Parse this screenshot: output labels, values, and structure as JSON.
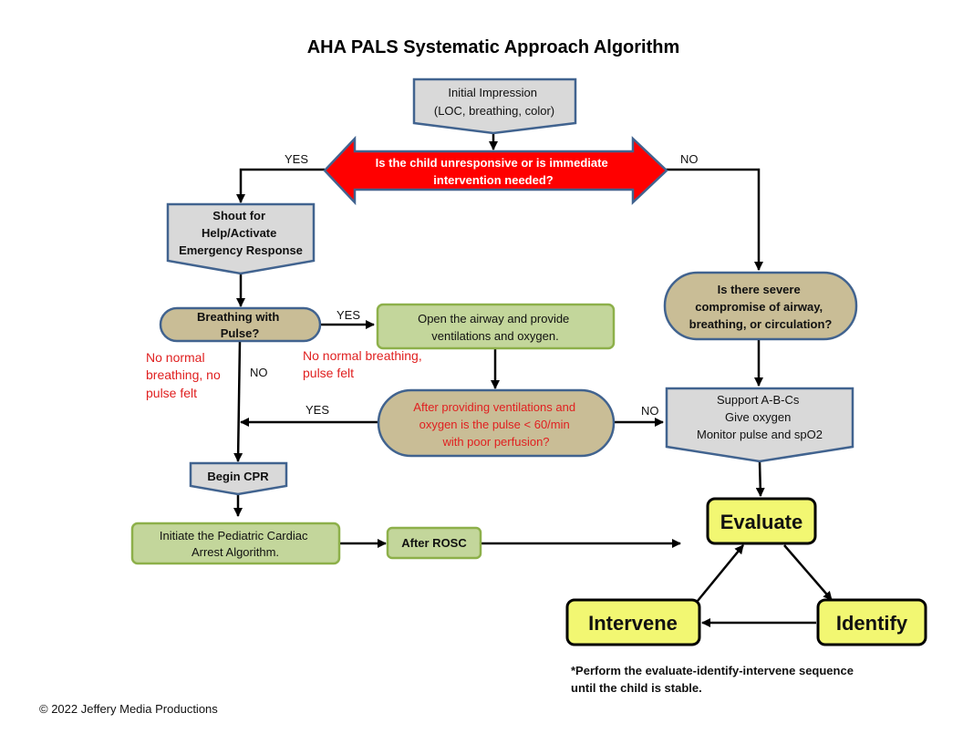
{
  "title": "AHA PALS Systematic Approach Algorithm",
  "colors": {
    "gray_fill": "#d9d9d9",
    "gray_border": "#41638f",
    "tan_fill": "#c9bd96",
    "green_fill": "#c3d69b",
    "green_border": "#8db04a",
    "red_fill": "#ff0000",
    "yellow_fill": "#f2f772",
    "red_text": "#e02020"
  },
  "nodes": {
    "initial_impression": [
      "Initial Impression",
      "(LOC, breathing, color)"
    ],
    "unresponsive_question": [
      "Is the child unresponsive or is immediate",
      "intervention needed?"
    ],
    "shout_for_help": [
      "Shout for",
      "Help/Activate",
      "Emergency Response"
    ],
    "breathing_with_pulse": [
      "Breathing with",
      "Pulse?"
    ],
    "open_airway": [
      "Open the airway and provide",
      "ventilations and oxygen."
    ],
    "pulse_question": [
      "After providing  ventilations and",
      "oxygen is the pulse < 60/min",
      "with poor  perfusion?"
    ],
    "severe_compromise": [
      "Is there severe",
      "compromise of airway,",
      "breathing, or circulation?"
    ],
    "support_abcs": [
      "Support  A-B-Cs",
      "Give oxygen",
      "Monitor  pulse and spO2"
    ],
    "begin_cpr": [
      "Begin CPR"
    ],
    "initiate_cardiac_arrest": [
      "Initiate the Pediatric Cardiac",
      "Arrest Algorithm."
    ],
    "after_rosc": [
      "After ROSC"
    ],
    "evaluate": [
      "Evaluate"
    ],
    "identify": [
      "Identify"
    ],
    "intervene": [
      "Intervene"
    ]
  },
  "edge_labels": {
    "yes_top": "YES",
    "no_top": "NO",
    "yes_breathing": "YES",
    "no_breathing": "NO",
    "yes_pulse": "YES",
    "no_pulse": "NO"
  },
  "annotations": {
    "no_breathing_no_pulse": [
      "No normal",
      "breathing, no",
      "pulse felt"
    ],
    "no_breathing_pulse": [
      "No normal breathing,",
      "pulse felt"
    ]
  },
  "footnote": [
    "*Perform the evaluate-identify-intervene sequence",
    "until the child is stable."
  ],
  "copyright": "© 2022  Jeffery Media Productions"
}
